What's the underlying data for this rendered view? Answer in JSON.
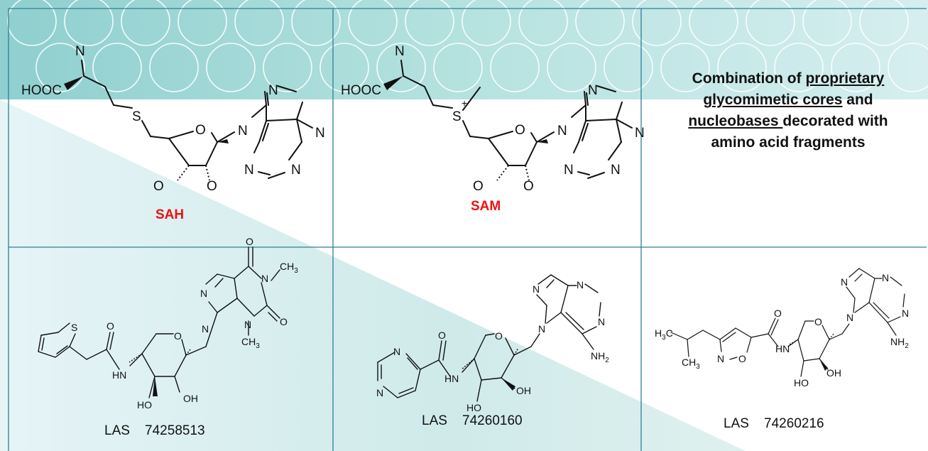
{
  "compounds": {
    "sah": {
      "atoms": {
        "n": "N",
        "cooh": "HOOC",
        "s": "S",
        "o_ring": "O",
        "n9": "N",
        "n7": "N",
        "n6": "N",
        "n1": "N",
        "n3": "N",
        "o2": "O",
        "o3": "O"
      },
      "label": "SAH"
    },
    "sam": {
      "atoms": {
        "n": "N",
        "cooh": "HOOC",
        "s": "S",
        "plus": "+",
        "o_ring": "O",
        "n9": "N",
        "n7": "N",
        "n6": "N",
        "n1": "N",
        "n3": "N",
        "o2": "O",
        "o3": "O"
      },
      "label": "SAM"
    },
    "las1": {
      "atoms": {
        "s": "S",
        "o_amide": "O",
        "hn": "HN",
        "o_ring": "O",
        "oh1": "OH",
        "ho": "HO",
        "n9": "N",
        "n7": "N",
        "n1": "N",
        "n3": "N",
        "o6": "O",
        "o2": "O",
        "ch3a": "CH",
        "ch3a_sub": "3",
        "ch3b": "CH",
        "ch3b_sub": "3"
      },
      "prefix": "LAS",
      "id": "74258513"
    },
    "las2": {
      "atoms": {
        "na": "N",
        "nb": "N",
        "o_amide": "O",
        "hn": "HN",
        "o_ring": "O",
        "oh": "OH",
        "ho": "HO",
        "n9": "N",
        "n7": "N",
        "n1": "N",
        "n3": "N",
        "nh2": "NH",
        "nh2_sub": "2"
      },
      "prefix": "LAS",
      "id": "74260160"
    },
    "las3": {
      "atoms": {
        "h3c": "H",
        "h3c_sub": "3",
        "h3c_c": "C",
        "ch3": "CH",
        "ch3_sub": "3",
        "n_iso": "N",
        "o_iso": "O",
        "o_amide": "O",
        "hn": "HN",
        "o_ring": "O",
        "oh": "OH",
        "ho": "HO",
        "n9": "N",
        "n7": "N",
        "n1": "N",
        "n3": "N",
        "nh2": "NH",
        "nh2_sub": "2"
      },
      "prefix": "LAS",
      "id": "74260216"
    }
  },
  "caption": {
    "part1": "Combination of ",
    "part2": "proprietary",
    "part3": "glycomimetic cores",
    "part4": " and",
    "part5": "nucleobases ",
    "part6": "decorated with",
    "part7": "amino acid fragments"
  },
  "colors": {
    "label_red": "#ee1111",
    "grid_line": "#2f7f99",
    "teal_band": "#a9d9d9"
  }
}
